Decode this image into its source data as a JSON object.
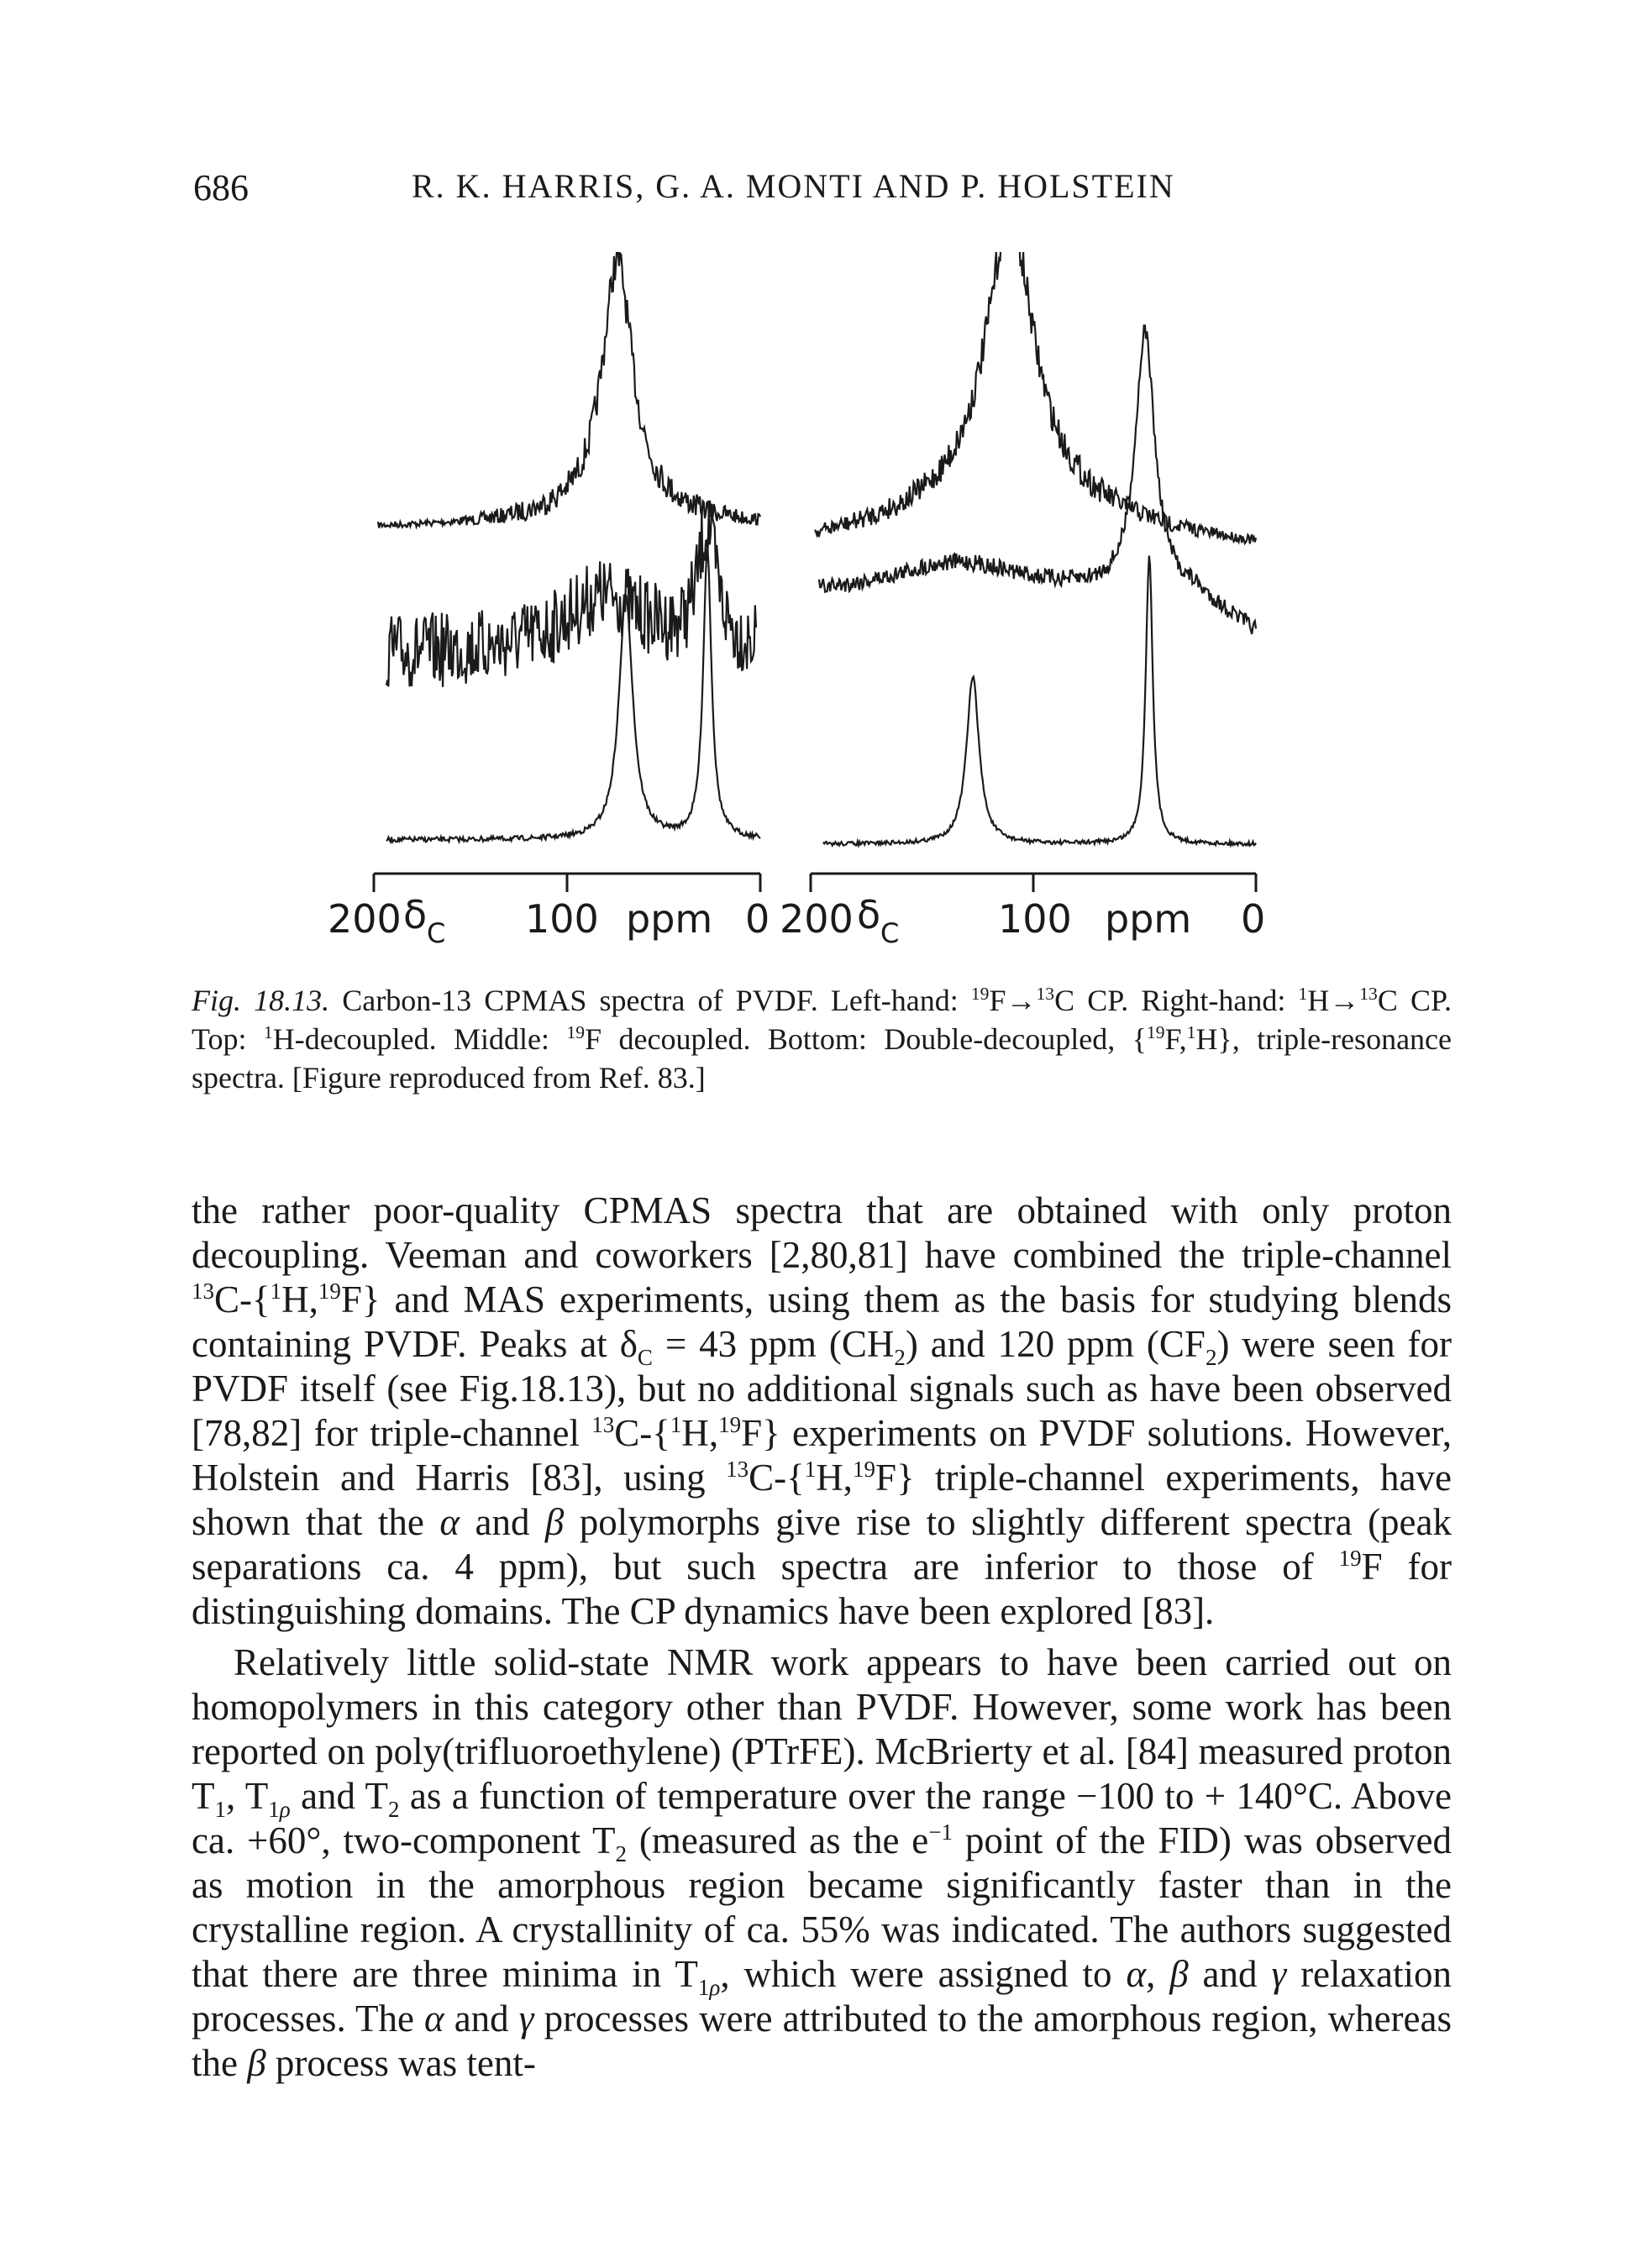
{
  "header": {
    "page_number": "686",
    "running_head": "R. K. HARRIS, G. A. MONTI AND P. HOLSTEIN"
  },
  "figure": {
    "left_axis": {
      "tick_200": "200",
      "delta": "δ",
      "delta_sub": "C",
      "tick_100": "100",
      "unit": "ppm",
      "tick_0": "0"
    },
    "right_axis": {
      "tick_200": "200",
      "delta": "δ",
      "delta_sub": "C",
      "tick_100": "100",
      "unit": "ppm",
      "tick_0": "0"
    },
    "panels": [
      {
        "side": "left",
        "traces": [
          "top: 1H-decoupled",
          "middle: 19F-decoupled",
          "bottom: double-decoupled"
        ]
      },
      {
        "side": "right",
        "traces": [
          "top: 1H-decoupled",
          "middle: 19F-decoupled",
          "bottom: double-decoupled"
        ]
      }
    ]
  },
  "caption": {
    "label": "Fig. 18.13.",
    "text_html": "Carbon-13 CPMAS spectra of PVDF. Left-hand: <sup>19</sup>F→<sup>13</sup>C CP. Right-hand: <sup>1</sup>H→<sup>13</sup>C CP. Top: <sup>1</sup>H-decoupled. Middle: <sup>19</sup>F decoupled. Bottom: Double-decoupled, {<sup>19</sup>F,<sup>1</sup>H}, triple-resonance spectra. [Figure reproduced from Ref. 83.]"
  },
  "body": {
    "paragraph1_html": "the rather poor-quality CPMAS spectra that are obtained with only proton decoupling. Veeman and coworkers [2,80,81] have combined the triple-channel <sup>13</sup>C-{<sup>1</sup>H,<sup>19</sup>F} and MAS experiments, using them as the basis for studying blends containing PVDF. Peaks at δ<sub>C</sub> = 43 ppm (CH<sub>2</sub>) and 120 ppm (CF<sub>2</sub>) were seen for PVDF itself (see Fig.18.13), but no additional signals such as have been observed [78,82] for triple-channel <sup>13</sup>C-{<sup>1</sup>H,<sup>19</sup>F} experiments on PVDF solutions. However, Holstein and Harris [83], using <sup>13</sup>C-{<sup>1</sup>H,<sup>19</sup>F} triple-channel experiments, have shown that the <i>α</i> and <i>β</i> polymorphs give rise to slightly different spectra (peak separations ca. 4 ppm), but such spectra are inferior to those of <sup>19</sup>F for distinguishing domains. The CP dynamics have been explored [83].",
    "paragraph2_html": "Relatively little solid-state NMR work appears to have been carried out on homopolymers in this category other than PVDF. However, some work has been reported on poly(trifluoroethylene) (PTrFE). McBrierty et al. [84] measured proton T<sub>1</sub>, T<sub>1<i>ρ</i></sub> and T<sub>2</sub> as a function of temperature over the range −100 to + 140°C. Above ca. +60°, two-component T<sub>2</sub> (measured as the e<sup>−1</sup> point of the FID) was observed as motion in the amorphous region became significantly faster than in the crystalline region. A crystallinity of ca. 55% was indicated. The authors suggested that there are three minima in T<sub>1<i>ρ</i></sub>, which were assigned to <i>α</i>, <i>β</i> and <i>γ</i> relaxation processes. The <i>α</i> and <i>γ</i> processes were attributed to the amorphous region, whereas the <i>β</i> process was tent-"
  }
}
